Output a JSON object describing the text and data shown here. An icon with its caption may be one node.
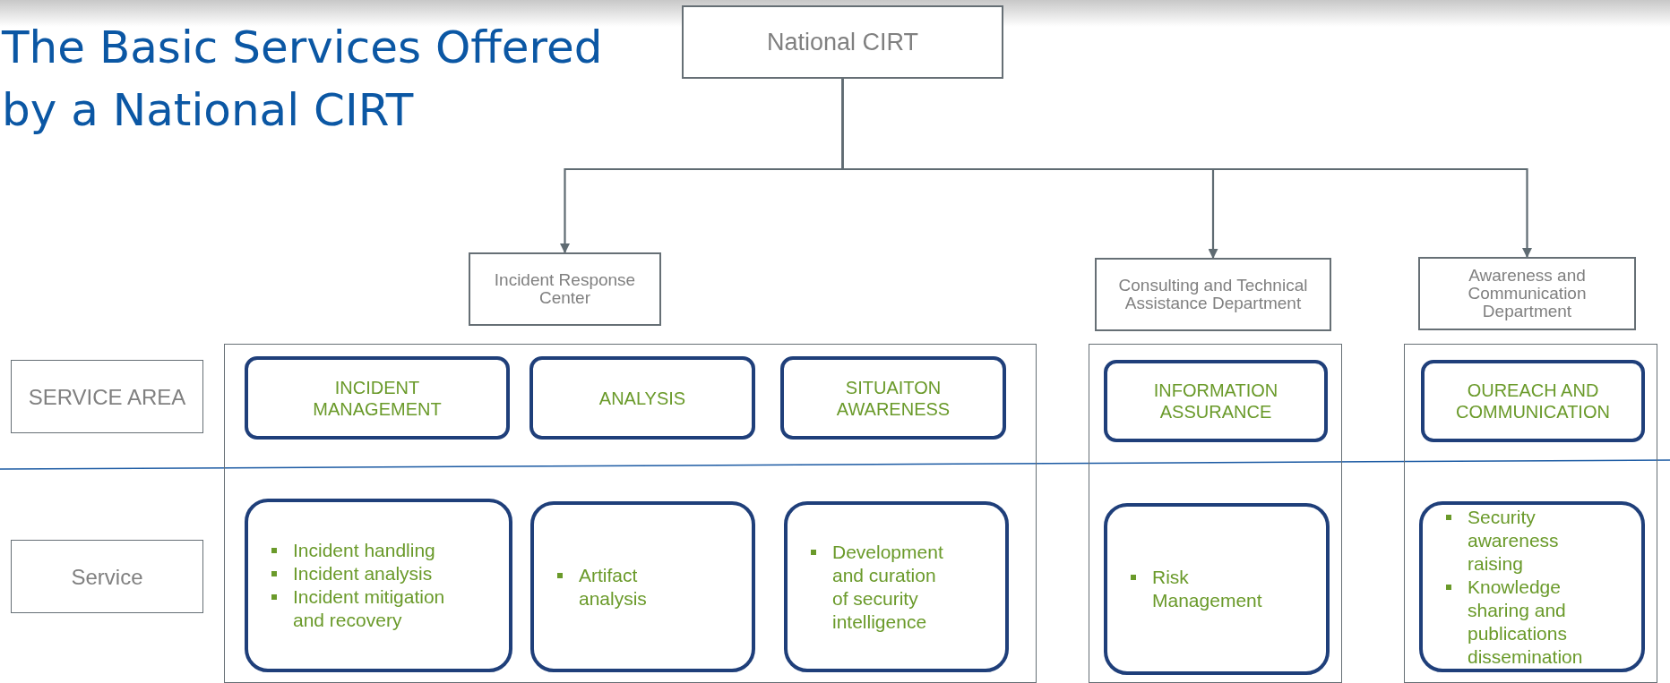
{
  "diagram": {
    "title": "The Basic Services Offered by a National CIRT",
    "nodes": [
      {
        "text": [
          "National CIRT"
        ]
      },
      {
        "text": [
          "Incident Response Center"
        ]
      },
      {
        "text": [
          "Consulting and Technical Assistance Department"
        ]
      },
      {
        "text": [
          "Awareness and Communication Department"
        ]
      },
      {
        "text": [
          "SERVICE AREA"
        ]
      },
      {
        "text": [
          "Service"
        ]
      },
      {
        "text": [],
        "shape": "box"
      },
      {
        "text": [],
        "shape": "box"
      },
      {
        "text": [],
        "shape": "box"
      },
      {
        "text": [
          "INCIDENT MANAGEMENT"
        ],
        "in": 6
      },
      {
        "text": [
          "ANALYSIS"
        ],
        "in": 6
      },
      {
        "text": [
          "SITUAITON AWARENESS"
        ],
        "in": 6
      },
      {
        "text": [
          "INFORMATION ASSURANCE"
        ],
        "in": 7
      },
      {
        "text": [
          "OUREACH AND COMMUNICATION"
        ],
        "in": 8
      },
      {
        "text": [
          "Incident handling",
          "Incident analysis",
          "Incident mitigation and recovery"
        ],
        "in": 6
      },
      {
        "text": [
          "Artifact analysis"
        ],
        "in": 6
      },
      {
        "text": [
          "Development and curation of security intelligence"
        ],
        "in": 6
      },
      {
        "text": [
          "Risk Management"
        ],
        "in": 7
      },
      {
        "text": [
          "Security awareness raising",
          "Knowledge sharing and publications dissemination"
        ],
        "in": 8
      }
    ],
    "edges": [
      {
        "from": 0,
        "to": 1,
        "arrow": "to"
      },
      {
        "from": 0,
        "to": 2,
        "arrow": "to"
      },
      {
        "from": 0,
        "to": 3,
        "arrow": "to"
      }
    ]
  }
}
